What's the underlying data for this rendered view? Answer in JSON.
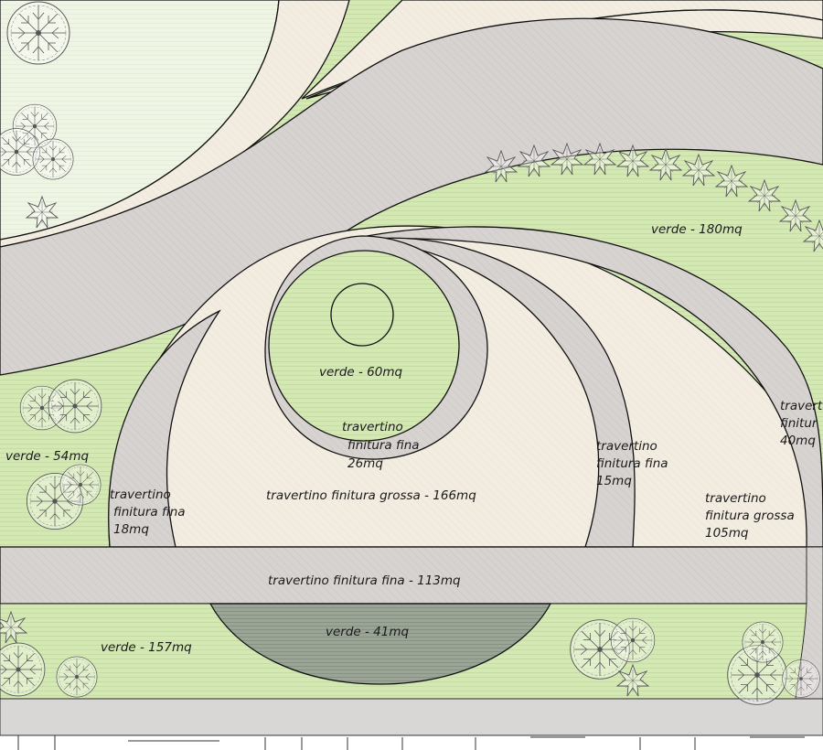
{
  "labels": {
    "verde_180": "verde - 180mq",
    "verde_60": "verde - 60mq",
    "verde_54": "verde - 54mq",
    "verde_157": "verde - 157mq",
    "verde_41": "verde - 41mq",
    "trav_fina_26": [
      "travertino",
      "finitura fina",
      "26mq"
    ],
    "trav_fina_18": [
      "travertino",
      "finitura fina",
      "18mq"
    ],
    "trav_fina_15": [
      "travertino",
      "finitura fina",
      "15mq"
    ],
    "trav_fina_40": [
      "traverti",
      "finitur",
      "40mq"
    ],
    "trav_grossa_166": "travertino finitura grossa - 166mq",
    "trav_grossa_105": [
      "travertino",
      "finitura grossa",
      "105mq"
    ],
    "trav_fina_113": "travertino finitura fina - 113mq"
  },
  "colors": {
    "verde": "#d4e8b3",
    "verde_scuro": "#9aa596",
    "travertino_grossa": "#f2ece1",
    "travertino_fina": "#d7d3d1",
    "prato_chiaro": "#eef5e4",
    "linea": "#111111"
  },
  "symbols": {
    "tree": "tree-canopy-icon",
    "shrub": "shrub-icon"
  }
}
